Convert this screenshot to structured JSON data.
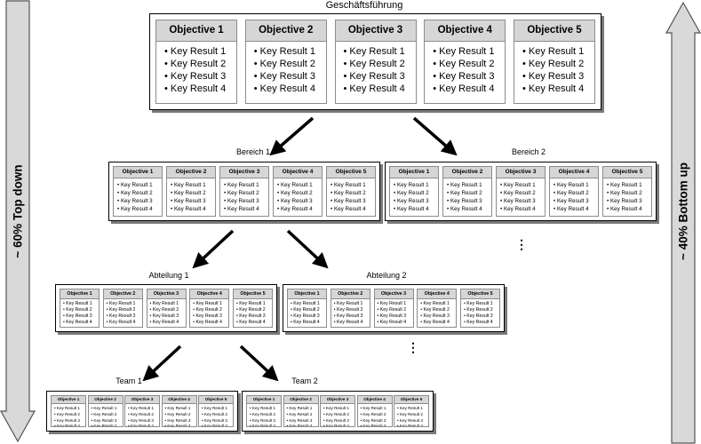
{
  "side": {
    "left_label": "~ 60% Top down",
    "right_label": "~ 40% Bottom up"
  },
  "groups": {
    "geschaeftsfuehrung": "Geschäftsführung",
    "bereich1": "Bereich 1",
    "bereich2": "Bereich 2",
    "abteilung1": "Abteilung 1",
    "abteilung2": "Abteilung 2",
    "team1": "Team 1",
    "team2": "Team 2"
  },
  "objectives": [
    "Objective 1",
    "Objective 2",
    "Objective 3",
    "Objective 4",
    "Objective 5"
  ],
  "key_results": [
    "• Key Result 1",
    "• Key Result 2",
    "• Key Result 3",
    "• Key Result 4"
  ],
  "ellipsis": "⋮",
  "colors": {
    "header_fill": "#d6d6d6",
    "arrow_fill": "#d9d9d9",
    "shadow": "#7a7a7a"
  }
}
